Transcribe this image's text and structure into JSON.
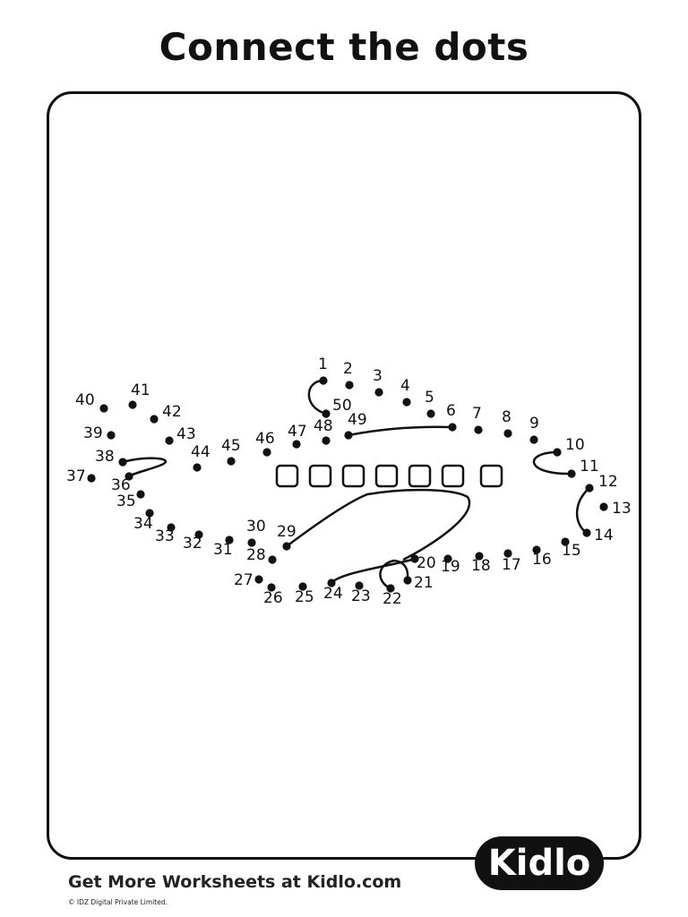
{
  "title": "Connect the dots",
  "footer": {
    "text": "Get More Worksheets at Kidlo.com",
    "copyright": "© IDZ Digital Private Limited.",
    "logo": "Kidlo"
  },
  "puzzle": {
    "dot_labels": [
      "1",
      "2",
      "3",
      "4",
      "5",
      "6",
      "7",
      "8",
      "9",
      "10",
      "11",
      "12",
      "13",
      "14",
      "15",
      "16",
      "17",
      "18",
      "19",
      "20",
      "21",
      "22",
      "23",
      "24",
      "25",
      "26",
      "27",
      "28",
      "29",
      "30",
      "31",
      "32",
      "33",
      "34",
      "35",
      "36",
      "37",
      "38",
      "39",
      "40",
      "41",
      "42",
      "43",
      "44",
      "45",
      "46",
      "47",
      "48",
      "49",
      "50"
    ],
    "window_count": 7
  }
}
